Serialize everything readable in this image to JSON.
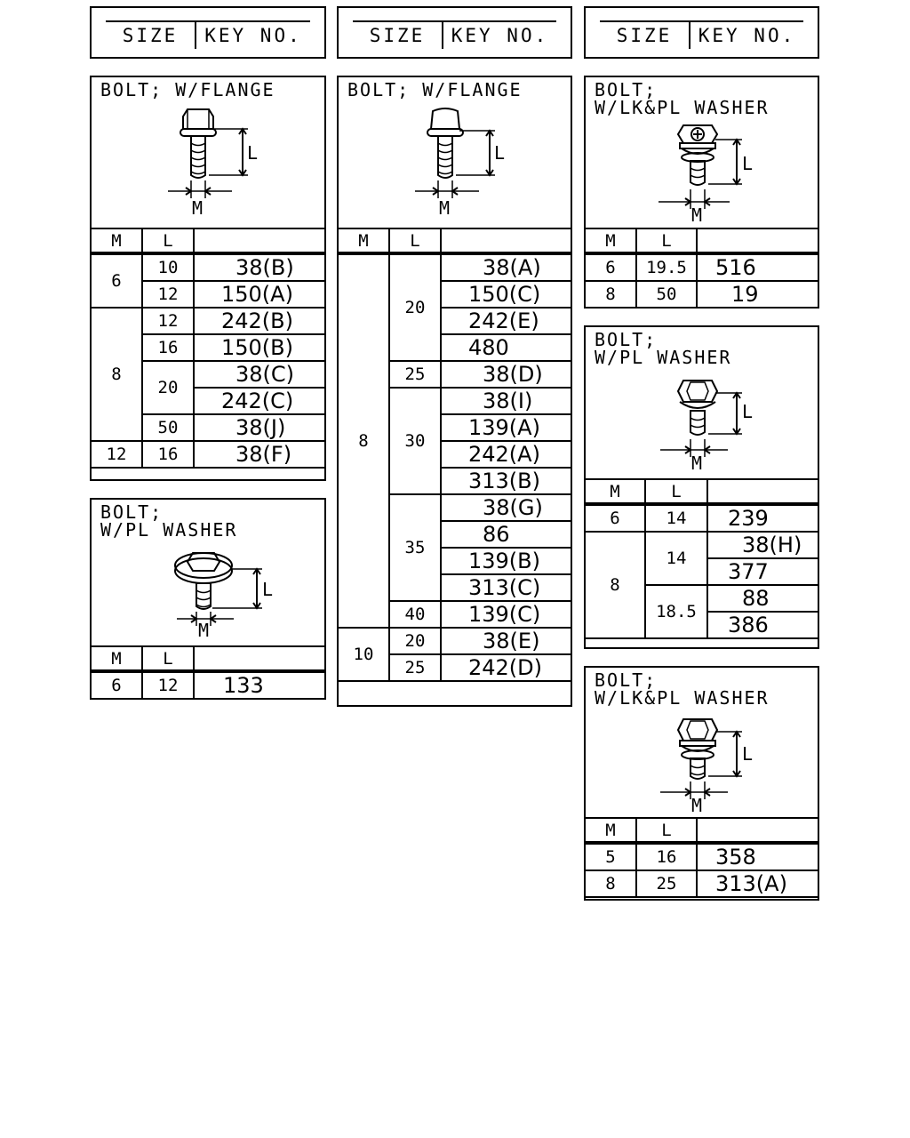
{
  "header": {
    "size_label": "SIZE",
    "key_label": "KEY NO."
  },
  "col_labels": {
    "m": "M",
    "l": "L"
  },
  "panels": {
    "flange_a": {
      "title": "BOLT; W/FLANGE",
      "dim_l": "L",
      "dim_m": "M",
      "rows": [
        {
          "m": "6",
          "l": "10",
          "key": "38(B)"
        },
        {
          "m": "",
          "l": "12",
          "key": "150(A)"
        },
        {
          "m": "8",
          "l": "12",
          "key": "242(B)"
        },
        {
          "m": "",
          "l": "16",
          "key": "150(B)"
        },
        {
          "m": "",
          "l": "20",
          "key": "38(C)"
        },
        {
          "m": "",
          "l": "",
          "key": "242(C)"
        },
        {
          "m": "",
          "l": "50",
          "key": "38(J)"
        },
        {
          "m": "12",
          "l": "16",
          "key": "38(F)"
        }
      ]
    },
    "pl_washer_a": {
      "title": "BOLT;\nW/PL WASHER",
      "dim_l": "L",
      "dim_m": "M",
      "rows": [
        {
          "m": "6",
          "l": "12",
          "key": "133"
        }
      ]
    },
    "flange_b": {
      "title": "BOLT; W/FLANGE",
      "dim_l": "L",
      "dim_m": "M",
      "m_values": [
        "8",
        "10"
      ],
      "l_values": [
        "20",
        "25",
        "30",
        "35",
        "40",
        "20",
        "25"
      ],
      "keys": [
        "38(A)",
        "150(C)",
        "242(E)",
        "480",
        "38(D)",
        "38(I)",
        "139(A)",
        "242(A)",
        "313(B)",
        "38(G)",
        "86",
        "139(B)",
        "313(C)",
        "139(C)",
        "38(E)",
        "242(D)"
      ]
    },
    "lk_pl_washer_a": {
      "title": "BOLT;\nW/LK&PL WASHER",
      "dim_l": "L",
      "dim_m": "M",
      "rows": [
        {
          "m": "6",
          "l": "19.5",
          "key": "516"
        },
        {
          "m": "8",
          "l": "50",
          "key": "19"
        }
      ]
    },
    "pl_washer_b": {
      "title": "BOLT;\nW/PL WASHER",
      "dim_l": "L",
      "dim_m": "M",
      "m_values": [
        "6",
        "8"
      ],
      "l_values": [
        "14",
        "14",
        "18.5"
      ],
      "keys": [
        "239",
        "38(H)",
        "377",
        "88",
        "386"
      ]
    },
    "lk_pl_washer_b": {
      "title": "BOLT;\nW/LK&PL WASHER",
      "dim_l": "L",
      "dim_m": "M",
      "rows": [
        {
          "m": "5",
          "l": "16",
          "key": "358"
        },
        {
          "m": "8",
          "l": "25",
          "key": "313(A)"
        }
      ]
    }
  }
}
